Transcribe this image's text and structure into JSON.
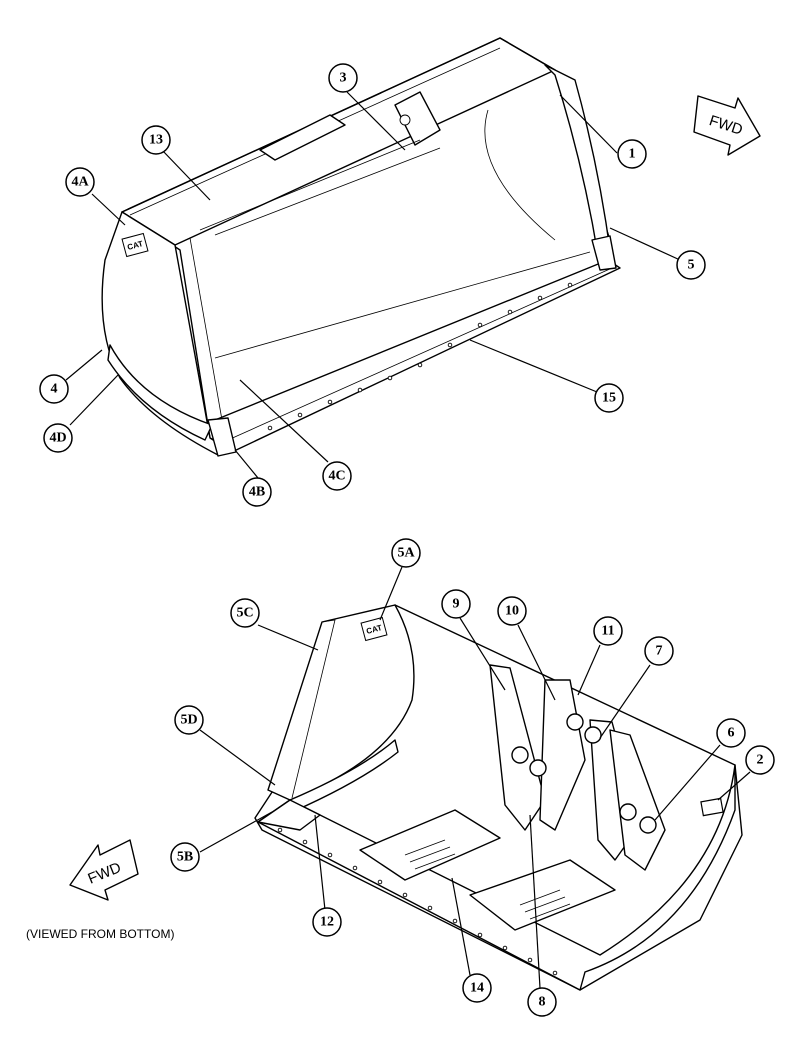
{
  "callouts_top": [
    {
      "id": "1",
      "label": "1"
    },
    {
      "id": "3",
      "label": "3"
    },
    {
      "id": "13",
      "label": "13"
    },
    {
      "id": "4A",
      "label": "4A"
    },
    {
      "id": "5",
      "label": "5"
    },
    {
      "id": "4",
      "label": "4"
    },
    {
      "id": "4D",
      "label": "4D"
    },
    {
      "id": "15",
      "label": "15"
    },
    {
      "id": "4C",
      "label": "4C"
    },
    {
      "id": "4B",
      "label": "4B"
    }
  ],
  "callouts_bottom": [
    {
      "id": "5A",
      "label": "5A"
    },
    {
      "id": "5C",
      "label": "5C"
    },
    {
      "id": "9",
      "label": "9"
    },
    {
      "id": "10",
      "label": "10"
    },
    {
      "id": "11",
      "label": "11"
    },
    {
      "id": "7",
      "label": "7"
    },
    {
      "id": "6",
      "label": "6"
    },
    {
      "id": "2",
      "label": "2"
    },
    {
      "id": "5D",
      "label": "5D"
    },
    {
      "id": "5B",
      "label": "5B"
    },
    {
      "id": "12",
      "label": "12"
    },
    {
      "id": "14",
      "label": "14"
    },
    {
      "id": "8",
      "label": "8"
    }
  ],
  "fwd_top": "FWD",
  "fwd_bottom": "FWD",
  "logo_text": "CAT",
  "caption": "(VIEWED FROM BOTTOM)"
}
